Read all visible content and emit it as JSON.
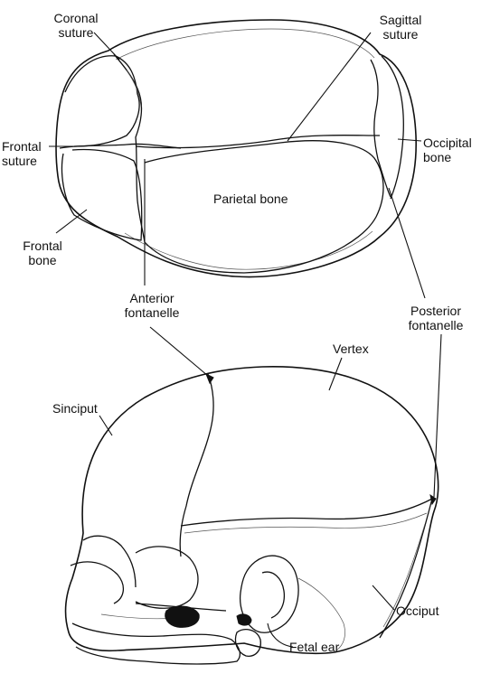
{
  "views": {
    "top": {
      "labels": {
        "coronal_suture": [
          "Coronal",
          "suture"
        ],
        "sagittal_suture": [
          "Sagittal",
          "suture"
        ],
        "frontal_suture": [
          "Frontal",
          "suture"
        ],
        "occipital_bone": [
          "Occipital",
          "bone"
        ],
        "parietal_bone": "Parietal bone",
        "frontal_bone": [
          "Frontal",
          "bone"
        ]
      }
    },
    "shared": {
      "anterior_fontanelle": [
        "Anterior",
        "fontanelle"
      ],
      "posterior_fontanelle": [
        "Posterior",
        "fontanelle"
      ]
    },
    "side": {
      "labels": {
        "vertex": "Vertex",
        "sinciput": "Sinciput",
        "occiput": "Occiput",
        "fetal_ear": "Fetal ear"
      }
    }
  }
}
